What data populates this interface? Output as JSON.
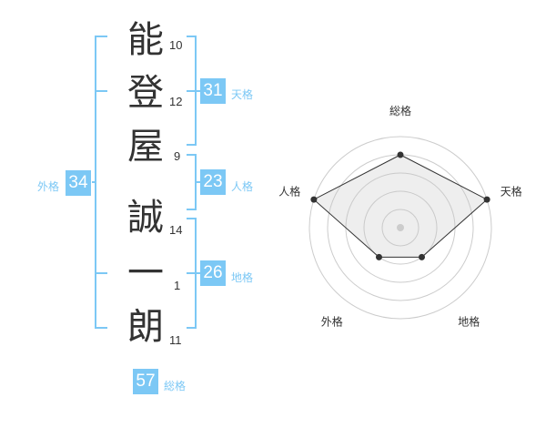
{
  "name": {
    "chars": [
      {
        "char": "能",
        "strokes": "10"
      },
      {
        "char": "登",
        "strokes": "12"
      },
      {
        "char": "屋",
        "strokes": "9"
      },
      {
        "char": "誠",
        "strokes": "14"
      },
      {
        "char": "一",
        "strokes": "1"
      },
      {
        "char": "朗",
        "strokes": "11"
      }
    ]
  },
  "fortunes": {
    "tenkaku": {
      "value": "31",
      "label": "天格"
    },
    "jinkaku": {
      "value": "23",
      "label": "人格"
    },
    "chikaku": {
      "value": "26",
      "label": "地格"
    },
    "gaikaku": {
      "value": "34",
      "label": "外格"
    },
    "soukaku": {
      "value": "57",
      "label": "総格"
    }
  },
  "colors": {
    "accent": "#7cc8f5",
    "text": "#333333"
  },
  "chart_data": {
    "type": "radar",
    "axes": [
      "総格",
      "天格",
      "地格",
      "外格",
      "人格"
    ],
    "values": [
      4,
      5,
      2,
      2,
      5
    ],
    "range": [
      0,
      5
    ],
    "rings": 5
  }
}
